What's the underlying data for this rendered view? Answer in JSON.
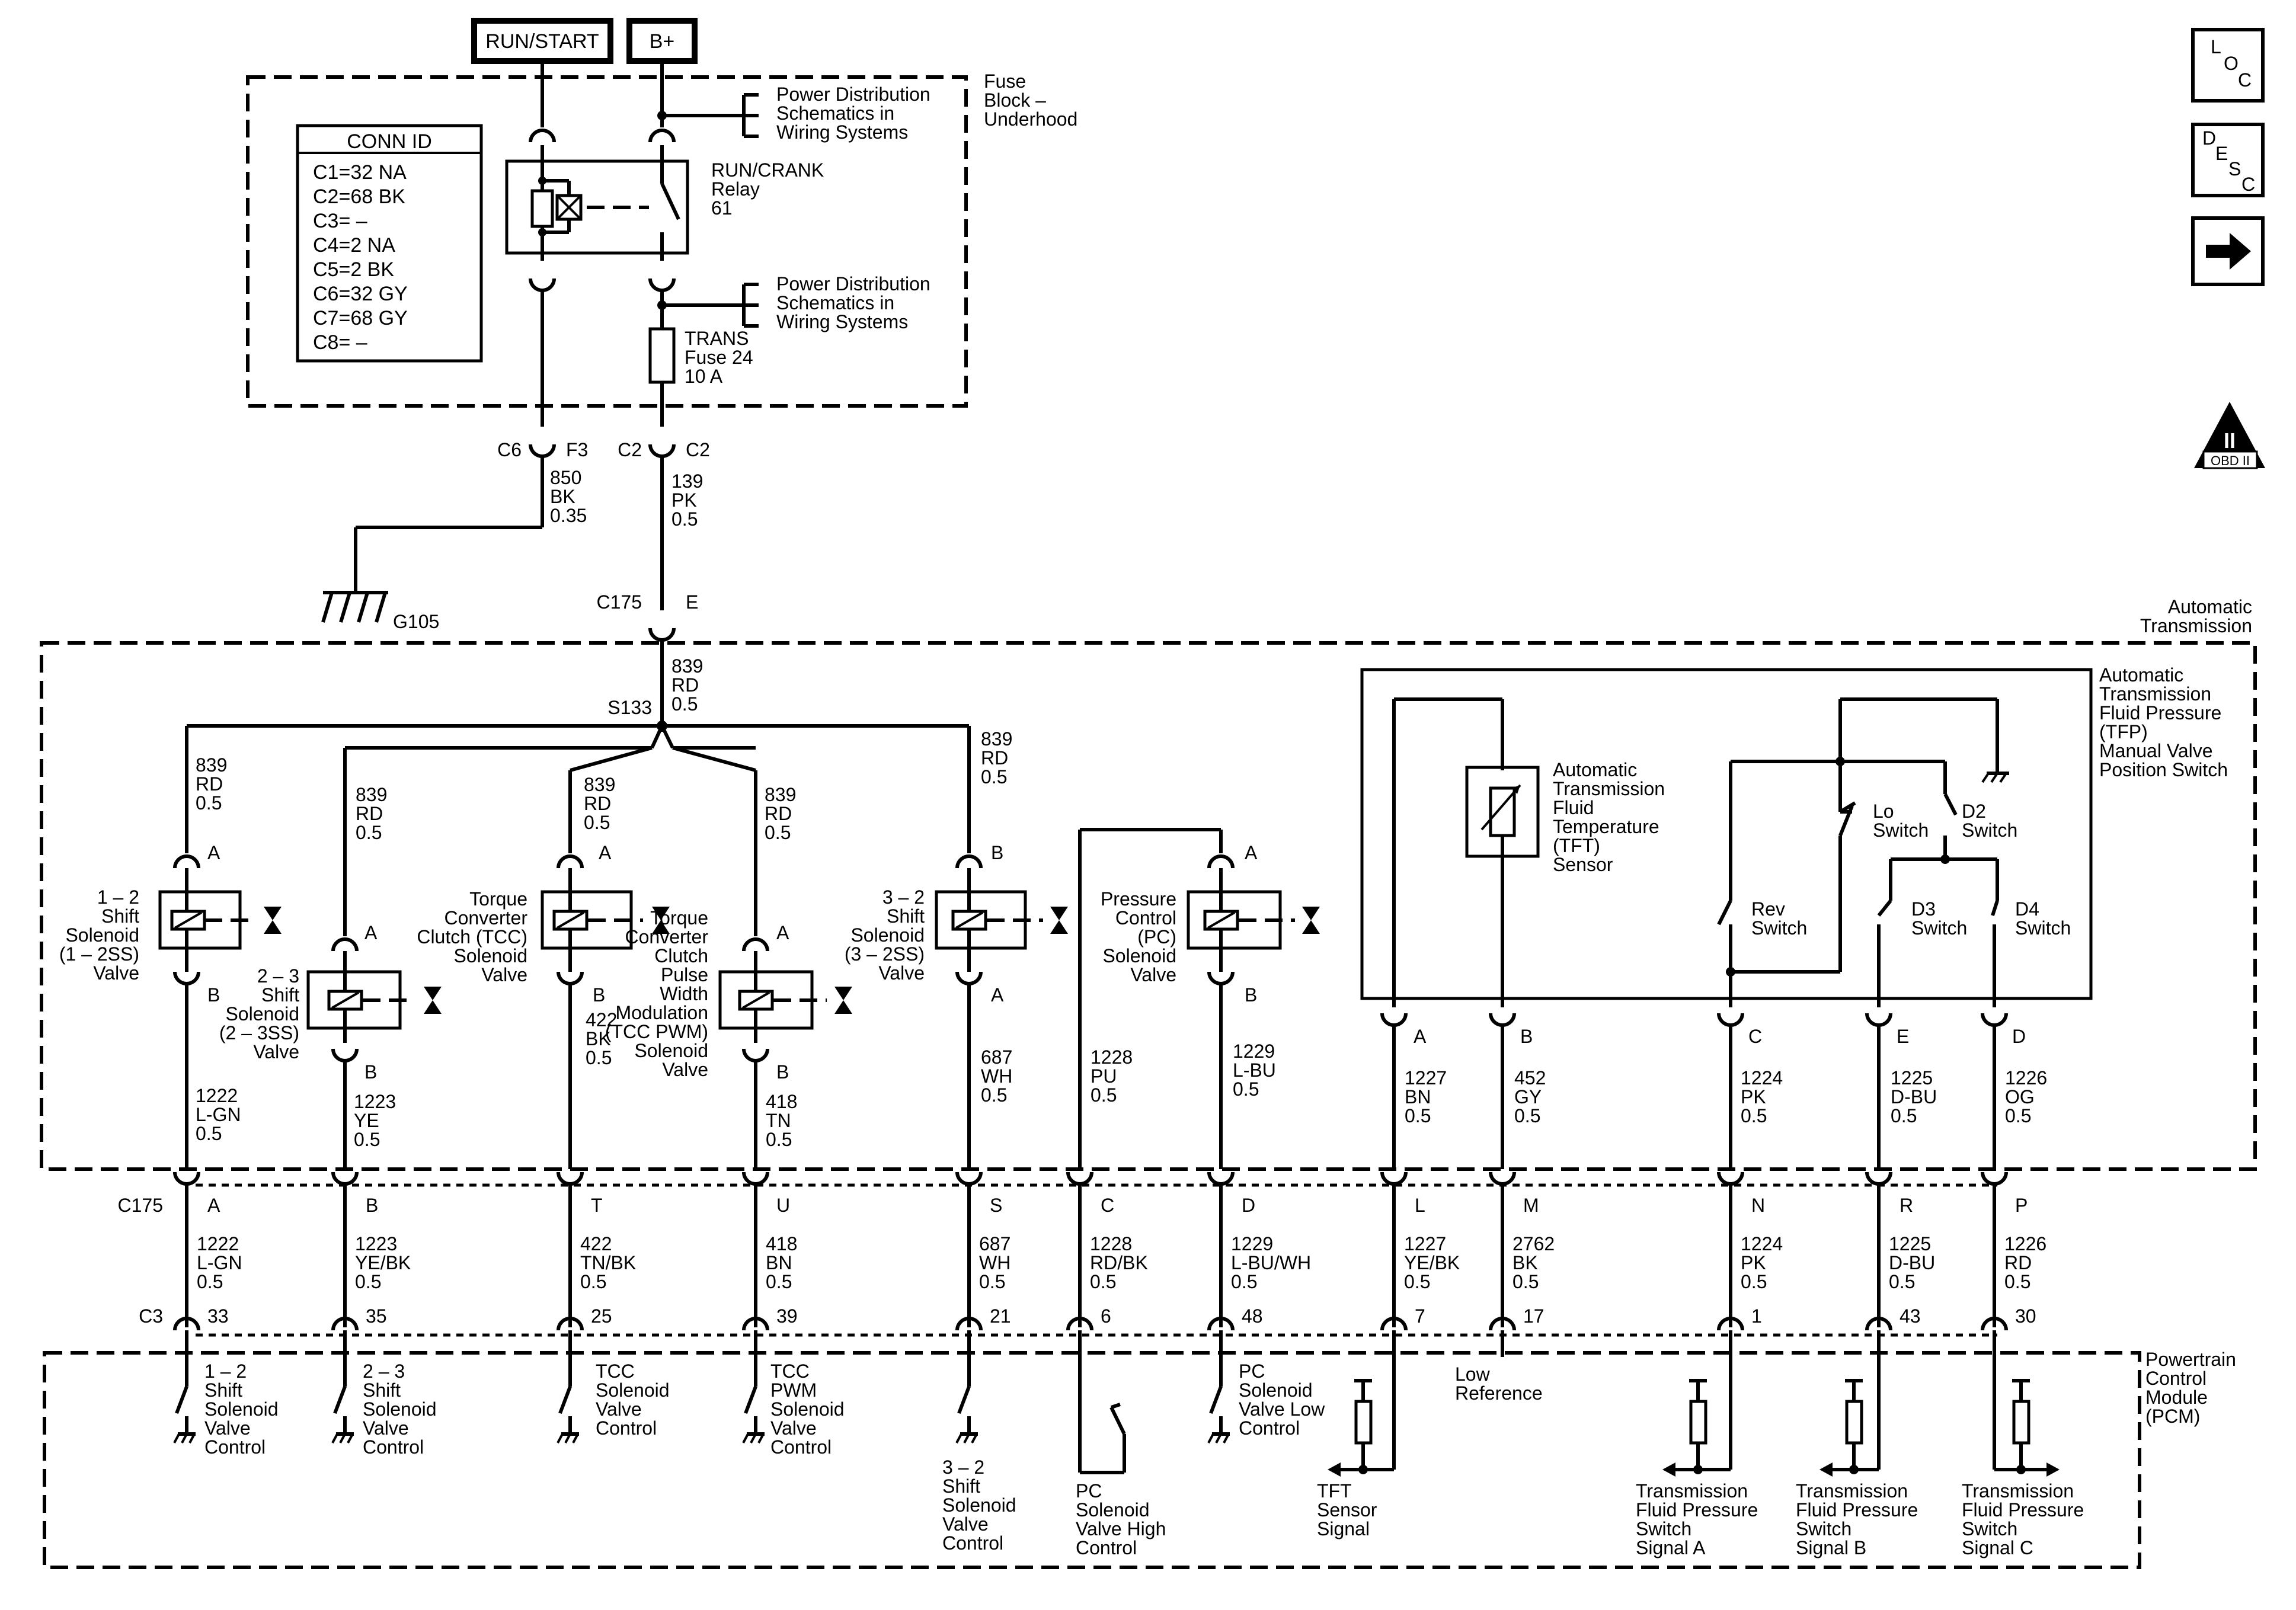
{
  "top": {
    "run_start": "RUN/START",
    "b_plus": "B+"
  },
  "nav": {
    "loc": [
      "L",
      "O",
      "C"
    ],
    "desc": [
      "D",
      "E",
      "S",
      "C"
    ],
    "obd": "OBD II",
    "obd_roman": "II"
  },
  "conn_id": {
    "title": "CONN ID",
    "rows": [
      "C1=32 NA",
      "C2=68 BK",
      "C3= –",
      "C4=2 NA",
      "C5=2 BK",
      "C6=32 GY",
      "C7=68 GY",
      "C8= –"
    ]
  },
  "fuse_block": {
    "name": [
      "Fuse",
      "Block –",
      "Underhood"
    ],
    "pds1": [
      "Power Distribution",
      "Schematics in",
      "Wiring Systems"
    ],
    "pds2": [
      "Power Distribution",
      "Schematics in",
      "Wiring Systems"
    ],
    "relay": [
      "RUN/CRANK",
      "Relay",
      "61"
    ],
    "fuse": [
      "TRANS",
      "Fuse 24",
      "10 A"
    ]
  },
  "upper_wires": {
    "c6": "C6",
    "f3": "F3",
    "c2a": "C2",
    "c2b": "C2",
    "w850": [
      "850",
      "BK",
      "0.35"
    ],
    "w139": [
      "139",
      "PK",
      "0.5"
    ],
    "g105": "G105",
    "c175": "C175",
    "e": "E"
  },
  "auto_trans": {
    "name": [
      "Automatic",
      "Transmission"
    ],
    "w839": [
      "839",
      "RD",
      "0.5"
    ],
    "s133": "S133",
    "tfp": [
      "Automatic",
      "Transmission",
      "Fluid Pressure",
      "(TFP)",
      "Manual Valve",
      "Position Switch"
    ],
    "tft": [
      "Automatic",
      "Transmission",
      "Fluid",
      "Temperature",
      "(TFT)",
      "Sensor"
    ],
    "switches": {
      "lo": [
        "Lo",
        "Switch"
      ],
      "d2": [
        "D2",
        "Switch"
      ],
      "rev": [
        "Rev",
        "Switch"
      ],
      "d3": [
        "D3",
        "Switch"
      ],
      "d4": [
        "D4",
        "Switch"
      ]
    }
  },
  "solenoids": [
    {
      "name": [
        "1 – 2",
        "Shift",
        "Solenoid",
        "(1 – 2SS)",
        "Valve"
      ],
      "top_pin": "A",
      "bot_pin": "B",
      "feed": [
        "839",
        "RD",
        "0.5"
      ],
      "out": [
        "1222",
        "L-GN",
        "0.5"
      ]
    },
    {
      "name": [
        "2 – 3",
        "Shift",
        "Solenoid",
        "(2 – 3SS)",
        "Valve"
      ],
      "top_pin": "A",
      "bot_pin": "B",
      "feed": [
        "839",
        "RD",
        "0.5"
      ],
      "out": [
        "1223",
        "YE",
        "0.5"
      ]
    },
    {
      "name": [
        "Torque",
        "Converter",
        "Clutch (TCC)",
        "Solenoid",
        "Valve"
      ],
      "top_pin": "A",
      "bot_pin": "B",
      "feed": [
        "839",
        "RD",
        "0.5"
      ],
      "out": [
        "422",
        "BK",
        "0.5"
      ]
    },
    {
      "name": [
        "Torque",
        "Converter",
        "Clutch",
        "Pulse",
        "Width",
        "Modulation",
        "(TCC PWM)",
        "Solenoid",
        "Valve"
      ],
      "top_pin": "A",
      "bot_pin": "B",
      "feed": [
        "839",
        "RD",
        "0.5"
      ],
      "out": [
        "418",
        "TN",
        "0.5"
      ]
    },
    {
      "name": [
        "3 – 2",
        "Shift",
        "Solenoid",
        "(3 – 2SS)",
        "Valve"
      ],
      "top_pin": "B",
      "bot_pin": "A",
      "feed": [
        "839",
        "RD",
        "0.5"
      ],
      "out": [
        "687",
        "WH",
        "0.5"
      ]
    },
    {
      "name": [
        "Pressure",
        "Control",
        "(PC)",
        "Solenoid",
        "Valve"
      ],
      "top_pin": "A",
      "bot_pin": "B",
      "out_left": [
        "1228",
        "PU",
        "0.5"
      ],
      "out": [
        "1229",
        "L-BU",
        "0.5"
      ]
    }
  ],
  "tfp_pins": [
    {
      "pin": "A",
      "wire": [
        "1227",
        "BN",
        "0.5"
      ]
    },
    {
      "pin": "B",
      "wire": [
        "452",
        "GY",
        "0.5"
      ]
    },
    {
      "pin": "C",
      "wire": [
        "1224",
        "PK",
        "0.5"
      ]
    },
    {
      "pin": "E",
      "wire": [
        "1225",
        "D-BU",
        "0.5"
      ]
    },
    {
      "pin": "D",
      "wire": [
        "1226",
        "OG",
        "0.5"
      ]
    }
  ],
  "c175_row": {
    "label": "C175",
    "pins": [
      "A",
      "B",
      "T",
      "U",
      "S",
      "C",
      "D",
      "L",
      "M",
      "N",
      "R",
      "P"
    ],
    "wires": [
      [
        "1222",
        "L-GN",
        "0.5"
      ],
      [
        "1223",
        "YE/BK",
        "0.5"
      ],
      [
        "422",
        "TN/BK",
        "0.5"
      ],
      [
        "418",
        "BN",
        "0.5"
      ],
      [
        "687",
        "WH",
        "0.5"
      ],
      [
        "1228",
        "RD/BK",
        "0.5"
      ],
      [
        "1229",
        "L-BU/WH",
        "0.5"
      ],
      [
        "1227",
        "YE/BK",
        "0.5"
      ],
      [
        "2762",
        "BK",
        "0.5"
      ],
      [
        "1224",
        "PK",
        "0.5"
      ],
      [
        "1225",
        "D-BU",
        "0.5"
      ],
      [
        "1226",
        "RD",
        "0.5"
      ]
    ]
  },
  "c3_row": {
    "label": "C3",
    "pins": [
      "33",
      "35",
      "25",
      "39",
      "21",
      "6",
      "48",
      "7",
      "17",
      "1",
      "43",
      "30"
    ]
  },
  "pcm": {
    "name": [
      "Powertrain",
      "Control",
      "Module",
      "(PCM)"
    ],
    "items": [
      [
        "1 – 2",
        "Shift",
        "Solenoid",
        "Valve",
        "Control"
      ],
      [
        "2 – 3",
        "Shift",
        "Solenoid",
        "Valve",
        "Control"
      ],
      [
        "TCC",
        "Solenoid",
        "Valve",
        "Control"
      ],
      [
        "TCC",
        "PWM",
        "Solenoid",
        "Valve",
        "Control"
      ],
      [
        "3 – 2",
        "Shift",
        "Solenoid",
        "Valve",
        "Control"
      ],
      [
        "PC",
        "Solenoid",
        "Valve High",
        "Control"
      ],
      [
        "PC",
        "Solenoid",
        "Valve Low",
        "Control"
      ],
      [
        "TFT",
        "Sensor",
        "Signal"
      ],
      [
        "Low",
        "Reference"
      ],
      [
        "Transmission",
        "Fluid Pressure",
        "Switch",
        "Signal A"
      ],
      [
        "Transmission",
        "Fluid Pressure",
        "Switch",
        "Signal B"
      ],
      [
        "Transmission",
        "Fluid Pressure",
        "Switch",
        "Signal C"
      ]
    ]
  }
}
